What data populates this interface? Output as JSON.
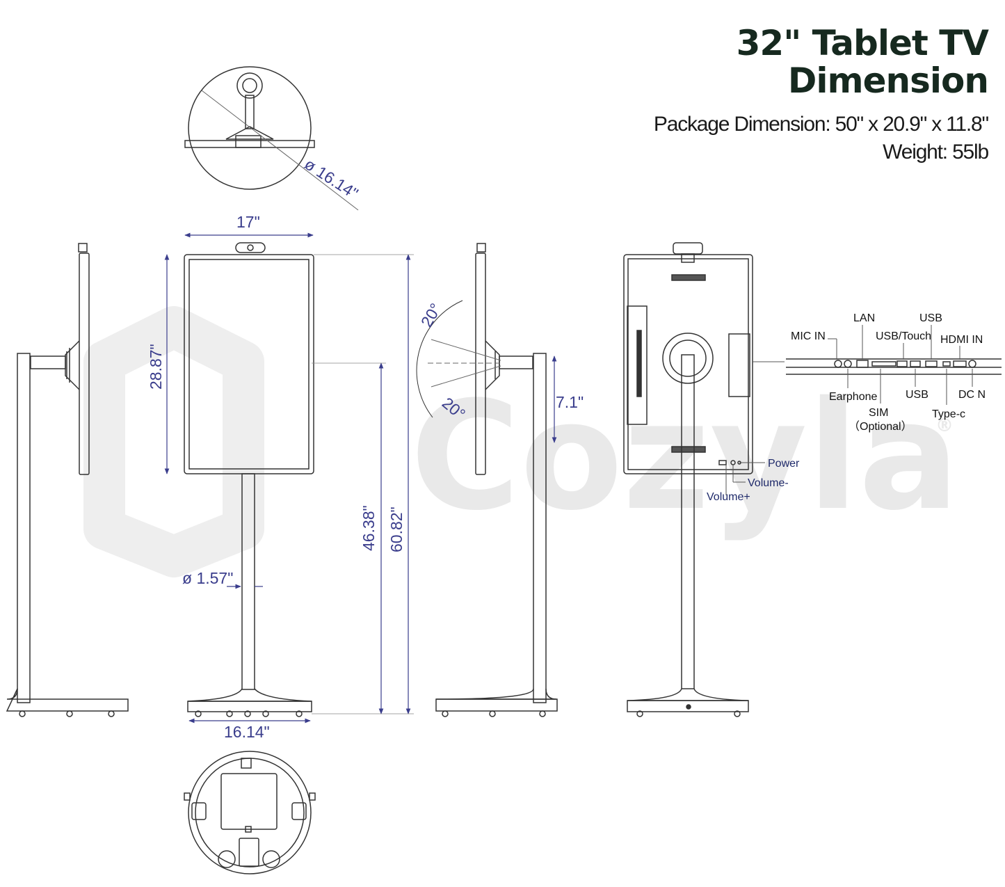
{
  "header": {
    "title_line1": "32\" Tablet TV",
    "title_line2": "Dimension",
    "package": "Package Dimension: 50\" x 20.9\" x 11.8\"",
    "weight": "Weight: 55lb"
  },
  "watermark": {
    "brand": "Cozyla",
    "registered": "®"
  },
  "dimensions": {
    "base_diameter_top": "ø 16.14\"",
    "screen_width": "17\"",
    "screen_height": "28.87\"",
    "stand_height": "46.38\"",
    "total_height": "60.82\"",
    "pole_diameter": "ø 1.57\"",
    "base_width": "16.14\"",
    "tilt_up": "20°",
    "tilt_down": "20°",
    "arm_offset": "7.1\""
  },
  "ports": {
    "mic_in": "MIC IN",
    "lan": "LAN",
    "usb_touch": "USB/Touch",
    "usb_top": "USB",
    "hdmi_in": "HDMI IN",
    "earphone": "Earphone",
    "sim": "SIM",
    "sim_optional": "（Optional）",
    "usb_bottom": "USB",
    "type_c": "Type-c",
    "dc_in": "DC N"
  },
  "buttons": {
    "power": "Power",
    "volume_minus": "Volume-",
    "volume_plus": "Volume+"
  },
  "colors": {
    "title": "#16291f",
    "dimension": "#3a3d8c",
    "line": "#333333",
    "watermark": "#e9e9e9"
  }
}
